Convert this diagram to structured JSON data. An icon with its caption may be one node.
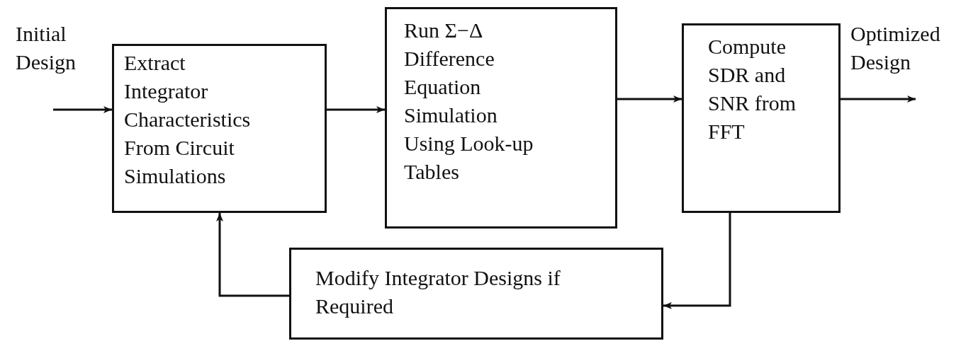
{
  "diagram": {
    "nodes": [
      {
        "text": [
          "Extract Integrator Characteristics From Circuit Simulations"
        ]
      },
      {
        "text": [
          "Run Σ−Δ Difference Equation Simulation Using Look-up Tables"
        ]
      },
      {
        "text": [
          "Compute SDR and SNR from FFT"
        ]
      },
      {
        "text": [
          "Modify Integrator Designs if Required"
        ]
      }
    ],
    "edges": [
      {
        "from": null,
        "to": 0,
        "arrow": "to"
      },
      {
        "from": 0,
        "to": 1,
        "arrow": "to"
      },
      {
        "from": 1,
        "to": 2,
        "arrow": "to"
      },
      {
        "from": 2,
        "to": null,
        "arrow": "to"
      },
      {
        "from": 2,
        "to": 3,
        "arrow": "to"
      },
      {
        "from": 3,
        "to": 0,
        "arrow": "to"
      }
    ],
    "labels": [
      "Initial Design",
      "Optimized Design"
    ]
  }
}
